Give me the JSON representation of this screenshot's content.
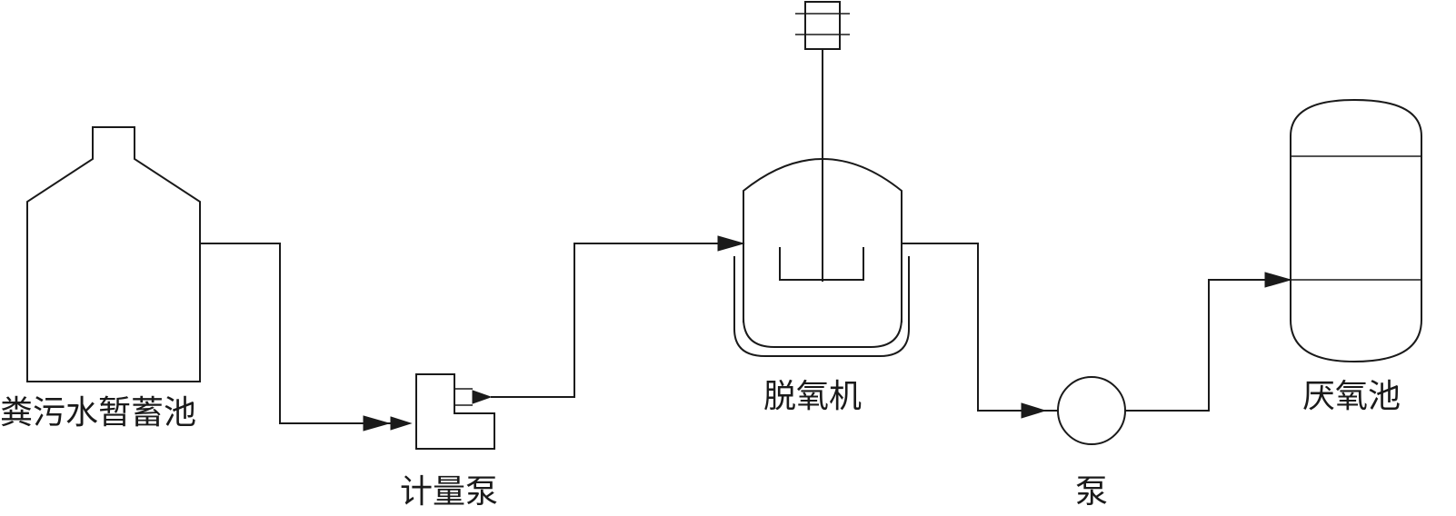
{
  "labels": {
    "storage_tank": "粪污水暂蓄池",
    "metering_pump": "计量泵",
    "deoxygenator": "脱氧机",
    "pump": "泵",
    "anaerobic_tank": "厌氧池"
  }
}
